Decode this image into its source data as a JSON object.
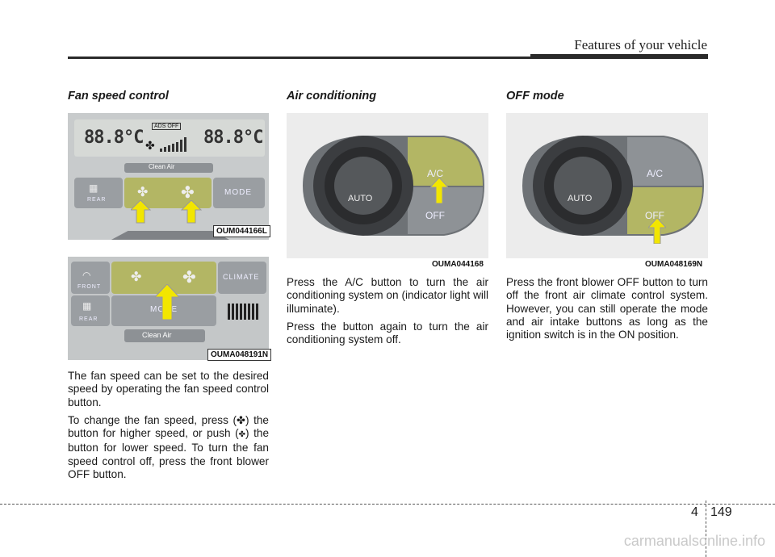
{
  "header": {
    "title": "Features of your vehicle"
  },
  "col1": {
    "title": "Fan speed control",
    "figure1": {
      "label": "OUM044166L",
      "lcd_left": "88.8°C",
      "lcd_right": "88.8°C",
      "ads_off": "ADS OFF",
      "clean_air": "Clean Air",
      "rear": "REAR",
      "mode": "MODE"
    },
    "figure2": {
      "label": "OUMA048191N",
      "front": "FRONT",
      "rear": "REAR",
      "climate": "CLIMATE",
      "mode": "MODE",
      "clean_air": "Clean Air"
    },
    "para1": "The fan speed can be set to the desired speed by operating the fan speed control button.",
    "para2a": "To change the fan speed, press (",
    "para2b": ") the button for higher speed, or push (",
    "para2c": ") the button for lower speed. To turn the fan speed control off, press the front blower OFF button."
  },
  "col2": {
    "title": "Air conditioning",
    "figure": {
      "label": "OUMA044168",
      "auto": "AUTO",
      "ac": "A/C",
      "off": "OFF"
    },
    "para1": "Press the A/C button to turn the air conditioning system on (indicator light will illuminate).",
    "para2": "Press the button again to turn the air conditioning system off."
  },
  "col3": {
    "title": "OFF mode",
    "figure": {
      "label": "OUMA048169N",
      "auto": "AUTO",
      "ac": "A/C",
      "off": "OFF"
    },
    "para1": "Press the front blower OFF button to turn off the front air climate control system. However, you can still operate the mode and air intake buttons as long as the ignition switch is in the ON position."
  },
  "footer": {
    "chapter": "4",
    "page": "149",
    "watermark": "carmanualsonline.info"
  },
  "colors": {
    "accent_green": "#b3b664",
    "arrow_yellow": "#f2e600"
  }
}
